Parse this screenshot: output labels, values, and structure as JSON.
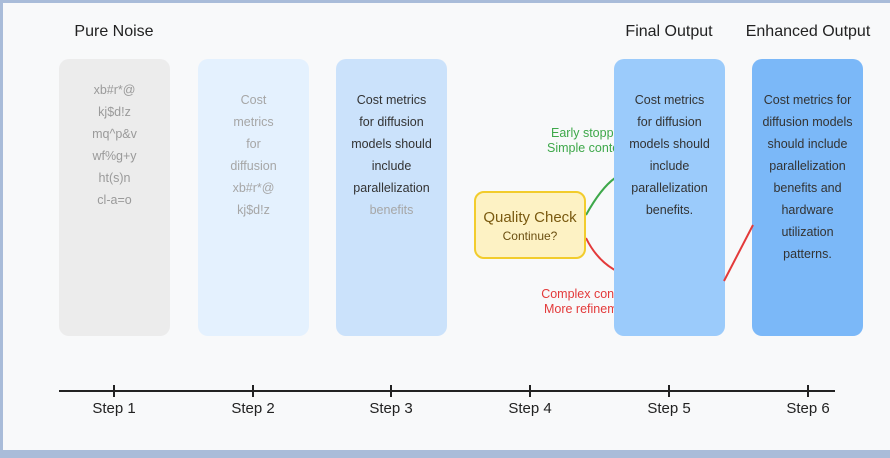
{
  "headers": {
    "pure_noise": "Pure Noise",
    "final_output": "Final Output",
    "enhanced_output": "Enhanced Output"
  },
  "cards": {
    "step1": [
      "xb#r*@",
      "kj$d!z",
      "mq^p&v",
      "wf%g+y",
      "ht(s)n",
      "cl-a=o"
    ],
    "step2": [
      "Cost",
      "metrics",
      "for",
      "diffusion",
      "xb#r*@",
      "kj$d!z"
    ],
    "step3": [
      "Cost metrics",
      "for diffusion",
      "models should",
      "include",
      "parallelization",
      "benefits"
    ],
    "step5": [
      "Cost metrics",
      "for diffusion",
      "models should",
      "include",
      "parallelization",
      "benefits."
    ],
    "step6": [
      "Cost metrics for",
      "diffusion models",
      "should include",
      "parallelization",
      "benefits and",
      "hardware",
      "utilization",
      "patterns."
    ]
  },
  "quality_check": {
    "title": "Quality Check",
    "subtitle": "Continue?"
  },
  "branches": {
    "early_line1": "Early stopping",
    "early_line2": "Simple content",
    "complex_line1": "Complex content",
    "complex_line2": "More refinement"
  },
  "steps": [
    "Step 1",
    "Step 2",
    "Step 3",
    "Step 4",
    "Step 5",
    "Step 6"
  ],
  "colors": {
    "green": "#3ea84a",
    "red": "#e33a3a",
    "quality_border": "#f2cc2c"
  }
}
